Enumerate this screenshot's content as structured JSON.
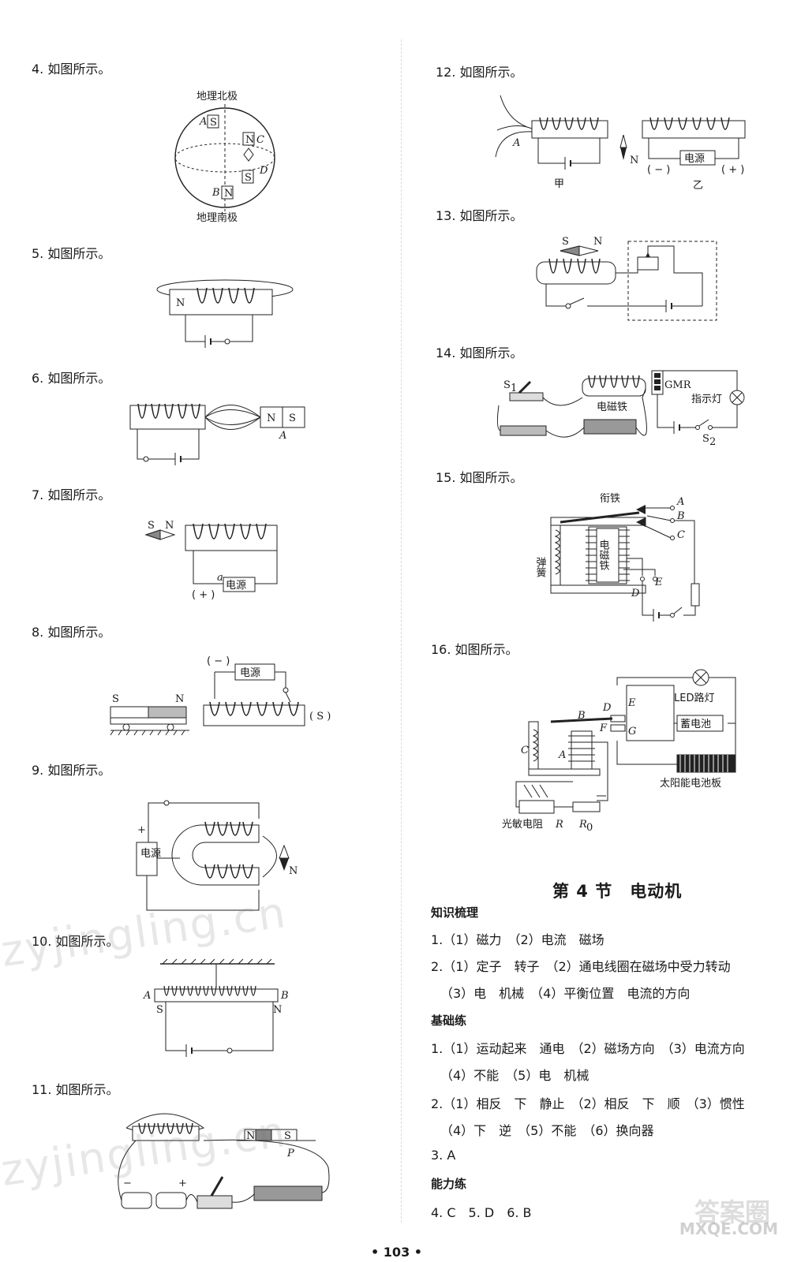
{
  "questions": {
    "q4": "4. 如图所示。",
    "q5": "5. 如图所示。",
    "q6": "6. 如图所示。",
    "q7": "7. 如图所示。",
    "q8": "8. 如图所示。",
    "q9": "9. 如图所示。",
    "q10": "10. 如图所示。",
    "q11": "11. 如图所示。",
    "q12": "12. 如图所示。",
    "q13": "13. 如图所示。",
    "q14": "14. 如图所示。",
    "q15": "15. 如图所示。",
    "q16": "16. 如图所示。"
  },
  "figures": {
    "f4": {
      "top": "地理北极",
      "bottom": "地理南极",
      "A": "A",
      "B": "B",
      "C": "C",
      "D": "D",
      "S": "S",
      "N": "N"
    },
    "f5": {
      "N": "N"
    },
    "f6": {
      "N": "N",
      "S": "S",
      "A": "A"
    },
    "f7": {
      "S": "S",
      "N": "N",
      "a": "a",
      "power": "电源",
      "plus": "( + )"
    },
    "f8": {
      "minus": "( − )",
      "power": "电源",
      "S": "S",
      "N": "N",
      "s_label": "( S )"
    },
    "f9": {
      "plus": "+",
      "power": "电源",
      "N": "N"
    },
    "f10": {
      "A": "A",
      "B": "B",
      "S": "S",
      "N": "N"
    },
    "f11": {
      "N": "N",
      "S": "S",
      "P": "P",
      "minus": "−",
      "plus": "+"
    },
    "f12": {
      "A": "A",
      "N": "N",
      "jia": "甲",
      "yi": "乙",
      "power": "电源",
      "minus": "( − )",
      "plus": "( + )"
    },
    "f13": {
      "S": "S",
      "N": "N"
    },
    "f14": {
      "S1": "S",
      "S1sub": "1",
      "em": "电磁铁",
      "gmr": "GMR",
      "lamp": "指示灯",
      "S2": "S",
      "S2sub": "2"
    },
    "f15": {
      "armature": "衔铁",
      "spring": "弹簧",
      "em": "电磁铁",
      "A": "A",
      "B": "B",
      "C": "C",
      "D": "D",
      "E": "E"
    },
    "f16": {
      "led": "LED路灯",
      "battery": "蓄电池",
      "solar": "太阳能电池板",
      "photo": "光敏电阻",
      "R": "R",
      "R0": "R",
      "R0sub": "0",
      "A": "A",
      "B": "B",
      "C": "C",
      "D": "D",
      "E": "E",
      "F": "F",
      "G": "G"
    }
  },
  "section": {
    "title": "第 4 节　电动机",
    "knowledge": "知识梳理",
    "k1": "1.（1）磁力　（2）电流　磁场",
    "k2a": "2.（1）定子　转子　（2）通电线圈在磁场中受力转动",
    "k2b": "（3）电　机械　（4）平衡位置　电流的方向",
    "basic": "基础练",
    "b1a": "1.（1）运动起来　通电　（2）磁场方向　（3）电流方向",
    "b1b": "（4）不能　（5）电　机械",
    "b2a": "2.（1）相反　下　静止　（2）相反　下　顺　（3）惯性",
    "b2b": "（4）下　逆　（5）不能　（6）换向器",
    "b3": "3. A",
    "ability": "能力练",
    "a4": "4. C　5. D　6. B"
  },
  "page_number": "• 103 •",
  "watermarks": {
    "w1": "zyjingling.cn",
    "w2": "zyjingling.cn",
    "w3": "答案圈",
    "w4": "MXQE.COM"
  }
}
